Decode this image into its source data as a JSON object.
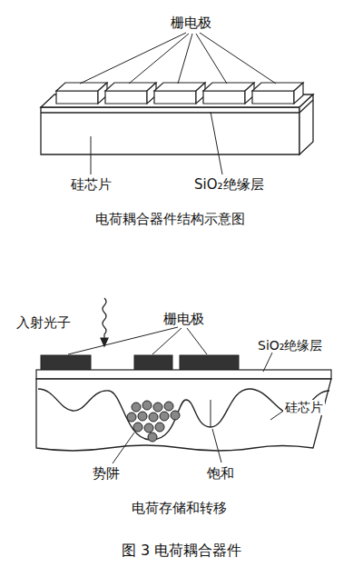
{
  "diagram": {
    "caption": "图 3 电荷耦合器件",
    "labels": [
      "栅电极",
      "硅芯片",
      "SiO₂绝缘层",
      "电荷耦合器件结构示意图",
      "入射光子",
      "栅电极",
      "SiO₂绝缘层",
      "硅芯片",
      "势阱",
      "饱和",
      "电荷存储和转移"
    ]
  }
}
